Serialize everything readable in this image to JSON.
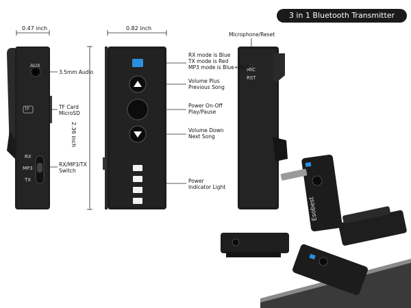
{
  "title": "3 in 1 Bluetooth Transmitter Receiver",
  "dimensions": {
    "depth": "0.47 inch",
    "width": "0.82 inch",
    "height": "2.36 inch"
  },
  "side_view": {
    "port_aux": "AUX",
    "port_tf": "TF",
    "switch_positions": [
      "RX",
      "MP3",
      "TX"
    ]
  },
  "back_view": {
    "mic": "MIC",
    "rst": "RST"
  },
  "callouts": {
    "audio_jack": "3.5mm Audio",
    "tf_card": [
      "TF Card",
      "MicroSD"
    ],
    "mode_switch": [
      "RX/MP3/TX",
      "Switch"
    ],
    "led_modes": [
      "RX mode is Blue",
      "TX mode is Red",
      "MP3 mode is Blue+Red"
    ],
    "vol_up": [
      "Volume Plus",
      "Previous Song"
    ],
    "power_play": [
      "Power On-Off",
      "Play/Pause"
    ],
    "vol_down": [
      "Volume Down",
      "Next Song"
    ],
    "power_light": [
      "Power",
      "Indicator Light"
    ],
    "mic_reset": "Microphone/Reset"
  },
  "brand": "Esobest",
  "colors": {
    "accent_blue": "#2b8fe0",
    "device_black": "#1c1c1c",
    "banner_bg": "#1a1a1a"
  }
}
